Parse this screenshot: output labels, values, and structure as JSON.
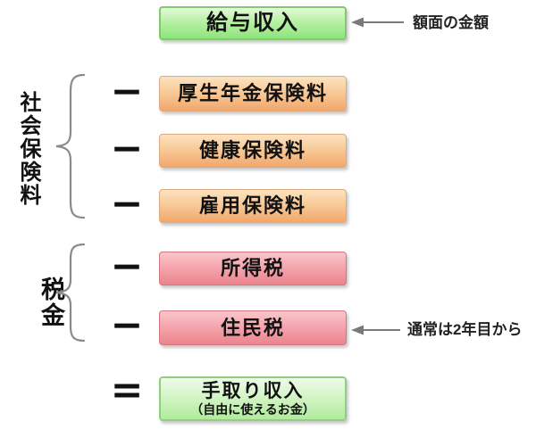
{
  "flow": {
    "income_box": {
      "label": "給与収入"
    },
    "income_annotation": {
      "text": "額面の金額"
    },
    "groups": [
      {
        "label": "社会保険料"
      },
      {
        "label": "税金"
      }
    ],
    "deductions": [
      {
        "operator": "−",
        "label": "厚生年金保険料",
        "group": "社会保険料",
        "color": "orange"
      },
      {
        "operator": "−",
        "label": "健康保険料",
        "group": "社会保険料",
        "color": "orange"
      },
      {
        "operator": "−",
        "label": "雇用保険料",
        "group": "社会保険料",
        "color": "orange"
      },
      {
        "operator": "−",
        "label": "所得税",
        "group": "税金",
        "color": "red"
      },
      {
        "operator": "−",
        "label": "住民税",
        "group": "税金",
        "color": "red",
        "annotation": "通常は2年目から"
      }
    ],
    "result": {
      "operator": "=",
      "label": "手取り収入",
      "sublabel": "（自由に使えるお金）"
    },
    "colors": {
      "income_green_top": "#e4f9da",
      "income_green_bottom": "#8fe47c",
      "green_border": "#83c86f",
      "result_green_top": "#effbea",
      "result_green_bottom": "#b0eb9c",
      "orange_top": "#fce3c0",
      "orange_bottom": "#f1a76c",
      "orange_border": "#dfa97b",
      "red_top": "#f9c6cb",
      "red_bottom": "#eb848d",
      "red_border": "#d4747f",
      "arrow_gray": "#7a7a7a",
      "brace_gray": "#8a8a8a",
      "text_black": "#111111",
      "background": "#ffffff"
    }
  }
}
